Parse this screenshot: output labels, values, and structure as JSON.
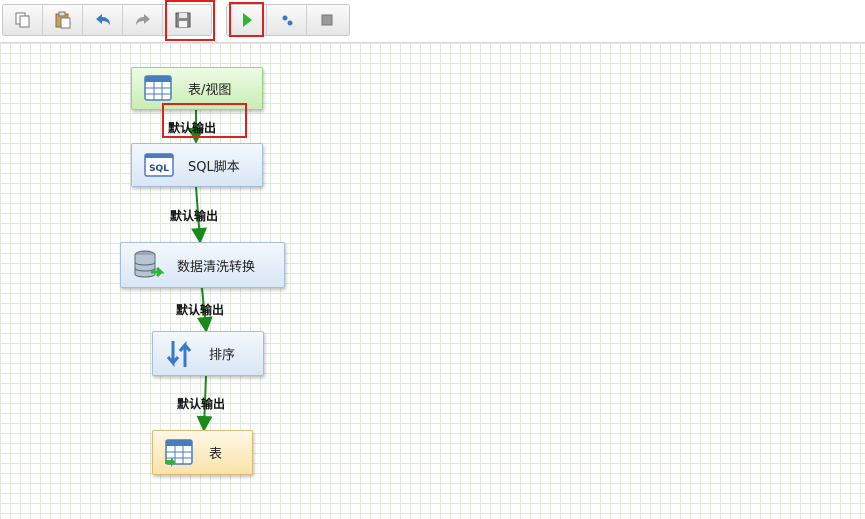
{
  "toolbar": {
    "buttons_left": [
      {
        "name": "copy-button",
        "icon": "copy-icon"
      },
      {
        "name": "paste-button",
        "icon": "paste-icon"
      },
      {
        "name": "undo-button",
        "icon": "undo-icon"
      },
      {
        "name": "redo-button",
        "icon": "redo-icon"
      },
      {
        "name": "save-button",
        "icon": "save-icon"
      }
    ],
    "buttons_right": [
      {
        "name": "run-button",
        "icon": "play-icon"
      },
      {
        "name": "debug-button",
        "icon": "step-icon"
      },
      {
        "name": "stop-button",
        "icon": "stop-icon"
      }
    ]
  },
  "flow": {
    "nodes": [
      {
        "id": "n1",
        "label": "表/视图",
        "icon": "table-view-icon",
        "style": "green"
      },
      {
        "id": "n2",
        "label": "SQL脚本",
        "icon": "sql-icon",
        "style": "blue"
      },
      {
        "id": "n3",
        "label": "数据清洗转换",
        "icon": "database-transform-icon",
        "style": "blue"
      },
      {
        "id": "n4",
        "label": "排序",
        "icon": "sort-icon",
        "style": "blue"
      },
      {
        "id": "n5",
        "label": "表",
        "icon": "table-icon",
        "style": "yellow"
      }
    ],
    "edges": [
      {
        "from": "n1",
        "to": "n2",
        "label": "默认输出"
      },
      {
        "from": "n2",
        "to": "n3",
        "label": "默认输出"
      },
      {
        "from": "n3",
        "to": "n4",
        "label": "默认输出"
      },
      {
        "from": "n4",
        "to": "n5",
        "label": "默认输出"
      }
    ]
  },
  "colors": {
    "highlight": "#e02020",
    "edge": "#1a8a1a",
    "grid": "#dfeadb"
  }
}
